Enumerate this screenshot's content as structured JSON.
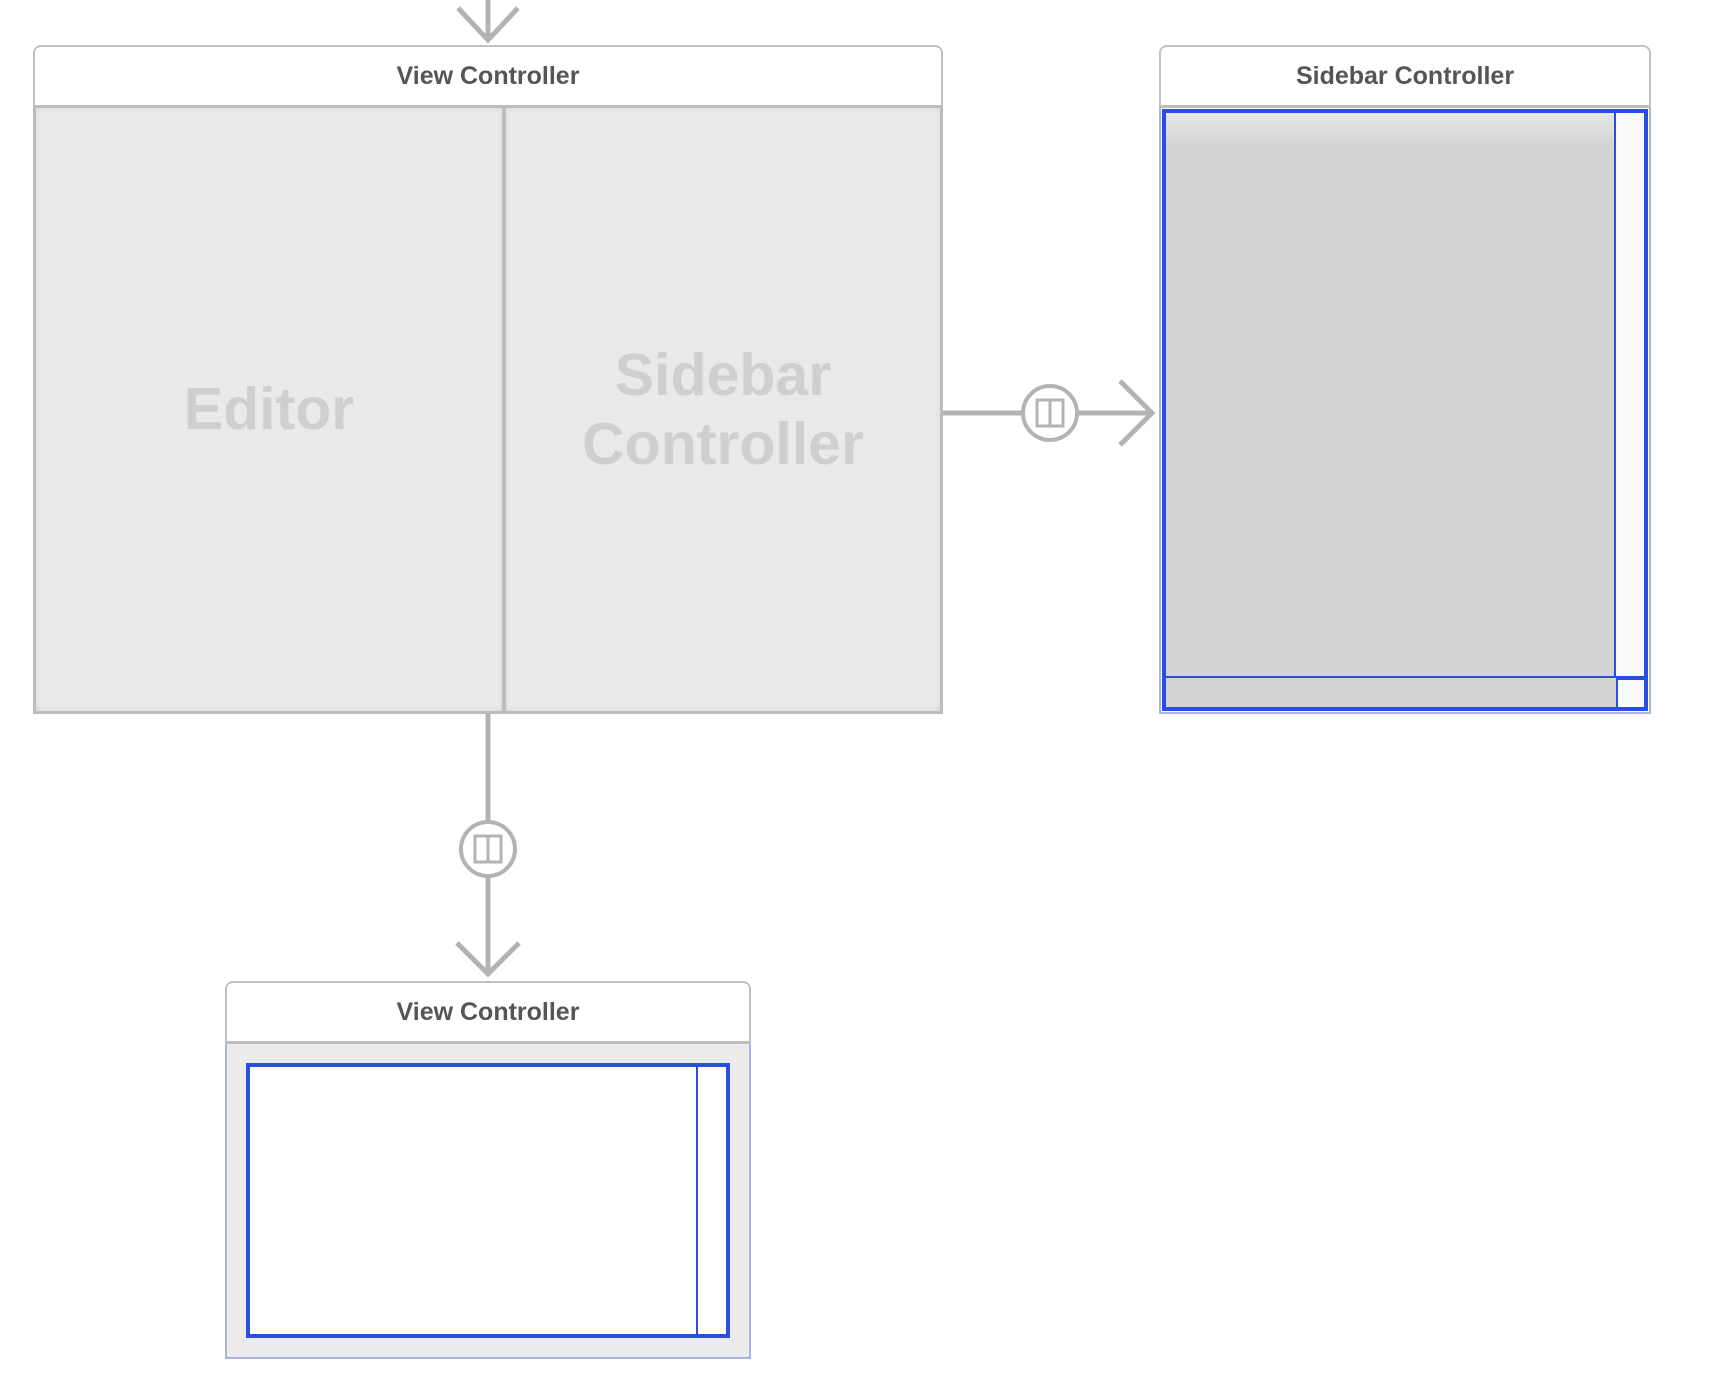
{
  "canvas": {
    "title": "Storyboard canvas"
  },
  "scenes": {
    "main": {
      "title": "View Controller",
      "placeholders": {
        "editor": "Editor",
        "sidebar_line1": "Sidebar",
        "sidebar_line2": "Controller"
      }
    },
    "sidebar": {
      "title": "Sidebar Controller"
    },
    "bottom": {
      "title": "View Controller"
    }
  },
  "segues": [
    {
      "name": "embed-segue-to-sidebar",
      "icon": "split-view-icon"
    },
    {
      "name": "embed-segue-to-bottom",
      "icon": "split-view-icon"
    },
    {
      "name": "entry-arrow",
      "icon": "arrow-down-icon"
    }
  ],
  "colors": {
    "connector": "#b3b3b3",
    "selection": "#2a4fe0",
    "header_text": "#555555",
    "placeholder_text": "#cfcfcf"
  }
}
